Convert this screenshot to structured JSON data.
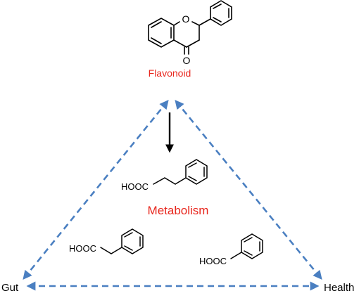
{
  "colors": {
    "arrow_blue": "#4a7fc1",
    "label_red": "#e8271e",
    "ink": "#000000"
  },
  "top_compound": {
    "name": "Flavonoid",
    "atoms": {
      "ring_oxygen": "O",
      "carbonyl_oxygen": "O"
    }
  },
  "center_label": "Metabolism",
  "corners": {
    "left": "Gut",
    "right": "Health"
  },
  "metabolites": [
    {
      "group": "HOOC"
    },
    {
      "group": "HOOC"
    },
    {
      "group": "HOOC"
    }
  ],
  "icons": {
    "conversion_arrow": "down-arrow-icon",
    "relation_arrows": "dashed-double-arrow-icon"
  }
}
